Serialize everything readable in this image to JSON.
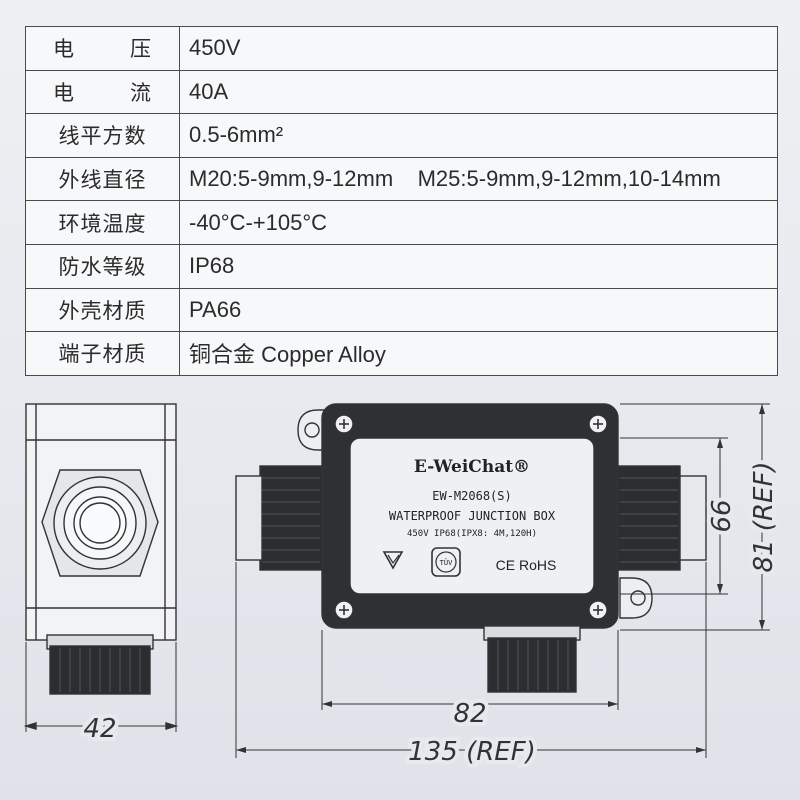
{
  "specs": [
    {
      "label": "电压",
      "value": "450V",
      "spread": true
    },
    {
      "label": "电流",
      "value": "40A",
      "spread": true
    },
    {
      "label": "线平方数",
      "value": "0.5-6mm²",
      "spread": false
    },
    {
      "label": "外线直径",
      "value": "M20:5-9mm,9-12mm    M25:5-9mm,9-12mm,10-14mm",
      "spread": false
    },
    {
      "label": "环境温度",
      "value": "-40°C-+105°C",
      "spread": false
    },
    {
      "label": "防水等级",
      "value": "IP68",
      "spread": false
    },
    {
      "label": "外壳材质",
      "value": "PA66",
      "spread": false
    },
    {
      "label": "端子材质",
      "value": "铜合金 Copper Alloy",
      "spread": false
    }
  ],
  "drawing": {
    "brand": "E-WeiChat®",
    "model": "EW-M2068(S)",
    "product": "WATERPROOF JUNCTION BOX",
    "rating": "450V  IP68(IPX8: 4M,120H)",
    "ce": "CE RoHS",
    "tuv": "TÜV",
    "dims": {
      "side_width": "42",
      "inner_width": "82",
      "total_width": "135 (REF)",
      "inner_height": "66",
      "total_height": "81 (REF)"
    }
  }
}
